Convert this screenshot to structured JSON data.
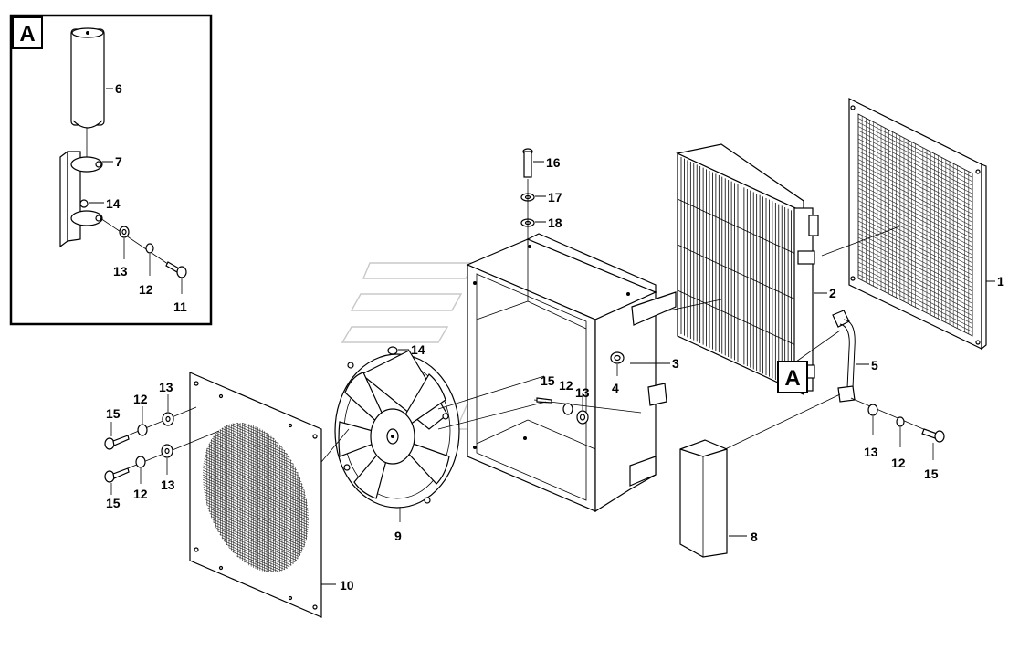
{
  "detail_view": {
    "label": "A"
  },
  "callout_detail": {
    "label": "A"
  },
  "labels": {
    "p1": "1",
    "p2": "2",
    "p3": "3",
    "p4": "4",
    "p5": "5",
    "p6": "6",
    "p7": "7",
    "p8": "8",
    "p9": "9",
    "p10": "10",
    "p11": "11",
    "a12": "12",
    "a13": "13",
    "a14": "14",
    "f12a": "12",
    "f13a": "13",
    "f15a": "15",
    "f12b": "12",
    "f13b": "13",
    "f15b": "15",
    "m14": "14",
    "m15": "15",
    "m12": "12",
    "m13": "13",
    "r13": "13",
    "r12": "12",
    "r15": "15",
    "p16": "16",
    "p17": "17",
    "p18": "18"
  }
}
